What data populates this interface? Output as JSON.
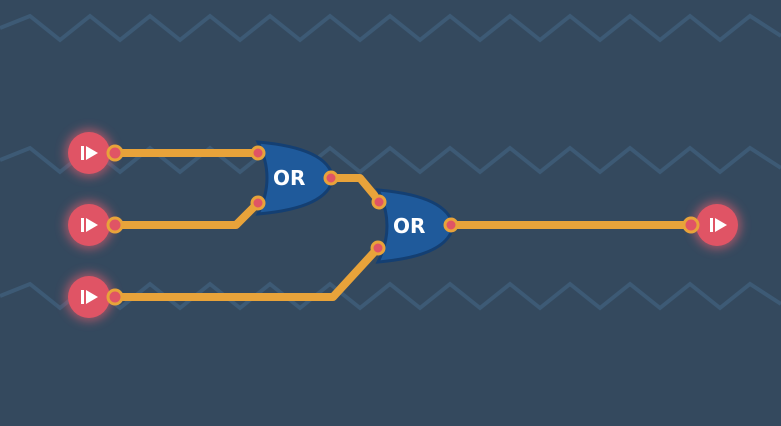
{
  "circuit": {
    "inputs": [
      {
        "id": "in1",
        "icon": "play-icon"
      },
      {
        "id": "in2",
        "icon": "play-icon"
      },
      {
        "id": "in3",
        "icon": "play-icon"
      }
    ],
    "gates": [
      {
        "id": "gate1",
        "type": "OR",
        "label": "OR",
        "inputs": [
          "in1",
          "in2"
        ]
      },
      {
        "id": "gate2",
        "type": "OR",
        "label": "OR",
        "inputs": [
          "gate1",
          "in3"
        ]
      }
    ],
    "outputs": [
      {
        "id": "out1",
        "icon": "play-icon",
        "source": "gate2"
      }
    ]
  },
  "colors": {
    "background": "#34495e",
    "zigzag": "#3d5a75",
    "wire": "#e8a33a",
    "gate_fill": "#1f5a9b",
    "gate_stroke": "#143f72",
    "node_fill": "#e05465",
    "node_glow": "#e8616f",
    "label": "#ffffff"
  }
}
